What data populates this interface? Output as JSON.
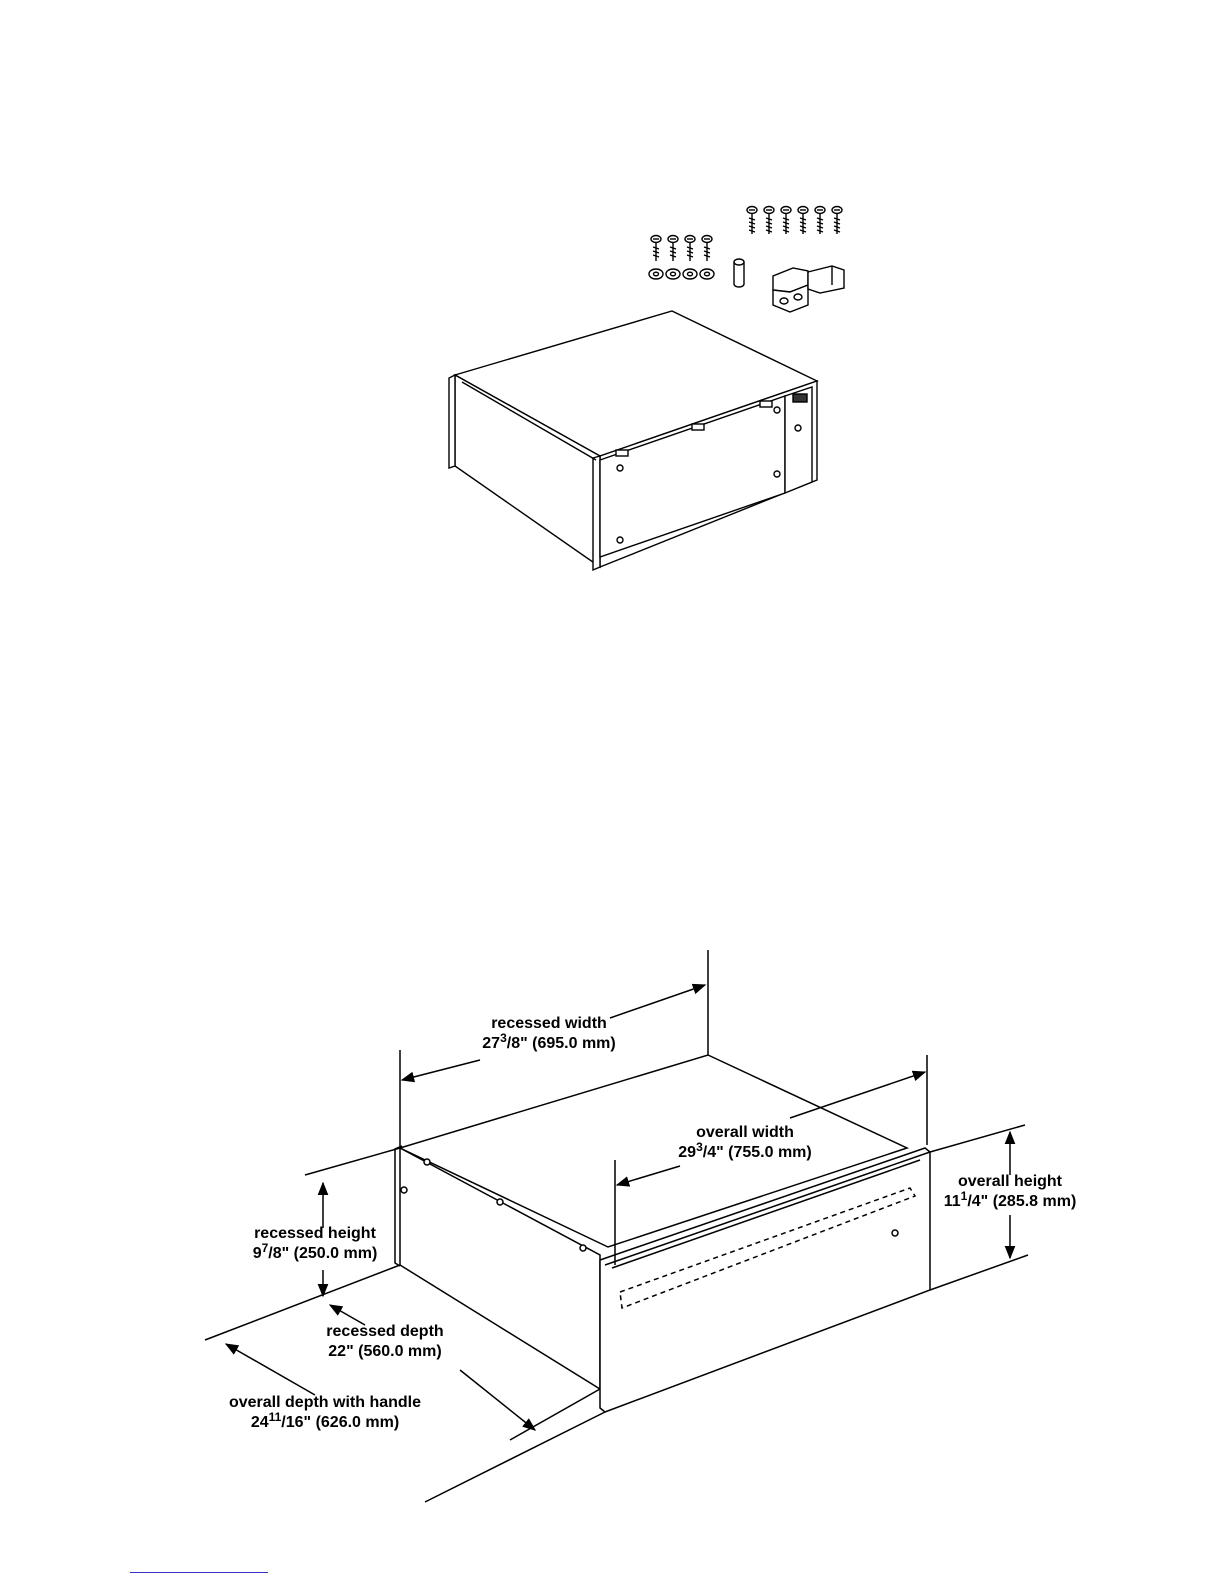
{
  "dimensions": {
    "recessed_width": {
      "label": "recessed width",
      "whole": "27",
      "num": "3",
      "den": "/8\"",
      "metric": " (695.0 mm)"
    },
    "overall_width": {
      "label": "overall width",
      "whole": "29",
      "num": "3",
      "den": "/4\"",
      "metric": " (755.0 mm)"
    },
    "overall_height": {
      "label": "overall height",
      "whole": "11",
      "num": "1",
      "den": "/4\"",
      "metric": " (285.8 mm)"
    },
    "recessed_height": {
      "label": "recessed height",
      "whole": "9",
      "num": "7",
      "den": "/8\"",
      "metric": " (250.0 mm)"
    },
    "recessed_depth": {
      "label": "recessed depth",
      "value": "22\" (560.0 mm)"
    },
    "overall_depth": {
      "label": "overall depth with handle",
      "whole": "24",
      "num": "11",
      "den": "/16\"",
      "metric": " (626.0 mm)"
    }
  }
}
